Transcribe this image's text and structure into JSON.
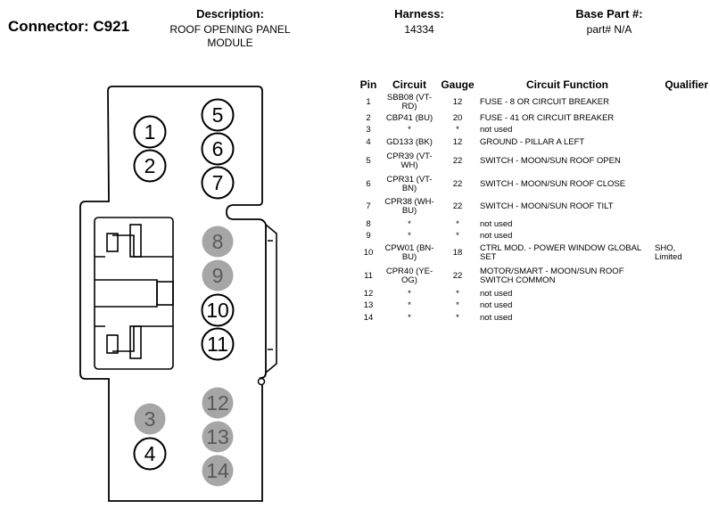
{
  "header": {
    "connector": "Connector: C921",
    "description_label": "Description:",
    "description_lines": [
      "ROOF OPENING PANEL",
      "MODULE"
    ],
    "harness_label": "Harness:",
    "harness": "14334",
    "base_part_label": "Base Part #:",
    "base_part": "part# N/A"
  },
  "colors": {
    "active_pin": "#000000",
    "unused_pin_fill": "#a6a6a6",
    "unused_pin_text": "#595959"
  },
  "connector_pins": [
    {
      "n": "1",
      "used": true
    },
    {
      "n": "2",
      "used": true
    },
    {
      "n": "3",
      "used": false
    },
    {
      "n": "4",
      "used": true
    },
    {
      "n": "5",
      "used": true
    },
    {
      "n": "6",
      "used": true
    },
    {
      "n": "7",
      "used": true
    },
    {
      "n": "8",
      "used": false
    },
    {
      "n": "9",
      "used": false
    },
    {
      "n": "10",
      "used": true
    },
    {
      "n": "11",
      "used": true
    },
    {
      "n": "12",
      "used": false
    },
    {
      "n": "13",
      "used": false
    },
    {
      "n": "14",
      "used": false
    }
  ],
  "table": {
    "headers": {
      "pin": "Pin",
      "circuit": "Circuit",
      "gauge": "Gauge",
      "function": "Circuit Function",
      "qualifier": "Qualifier"
    },
    "rows": [
      {
        "pin": "1",
        "circuit": [
          "SBB08 (VT-",
          "RD)"
        ],
        "gauge": "12",
        "function": [
          "FUSE - 8 OR CIRCUIT BREAKER"
        ],
        "qualifier": []
      },
      {
        "pin": "2",
        "circuit": [
          "CBP41 (BU)"
        ],
        "gauge": "20",
        "function": [
          "FUSE - 41 OR CIRCUIT BREAKER"
        ],
        "qualifier": []
      },
      {
        "pin": "3",
        "circuit": [
          "*"
        ],
        "gauge": "*",
        "function": [
          "not used"
        ],
        "qualifier": []
      },
      {
        "pin": "4",
        "circuit": [
          "GD133 (BK)"
        ],
        "gauge": "12",
        "function": [
          "GROUND - PILLAR A LEFT"
        ],
        "qualifier": []
      },
      {
        "pin": "5",
        "circuit": [
          "CPR39 (VT-",
          "WH)"
        ],
        "gauge": "22",
        "function": [
          "SWITCH - MOON/SUN ROOF OPEN"
        ],
        "qualifier": []
      },
      {
        "pin": "6",
        "circuit": [
          "CPR31 (VT-",
          "BN)"
        ],
        "gauge": "22",
        "function": [
          "SWITCH - MOON/SUN ROOF CLOSE"
        ],
        "qualifier": []
      },
      {
        "pin": "7",
        "circuit": [
          "CPR38 (WH-",
          "BU)"
        ],
        "gauge": "22",
        "function": [
          "SWITCH - MOON/SUN ROOF TILT"
        ],
        "qualifier": []
      },
      {
        "pin": "8",
        "circuit": [
          "*"
        ],
        "gauge": "*",
        "function": [
          "not used"
        ],
        "qualifier": []
      },
      {
        "pin": "9",
        "circuit": [
          "*"
        ],
        "gauge": "*",
        "function": [
          "not used"
        ],
        "qualifier": []
      },
      {
        "pin": "10",
        "circuit": [
          "CPW01 (BN-",
          "BU)"
        ],
        "gauge": "18",
        "function": [
          "CTRL MOD. - POWER WINDOW GLOBAL",
          "SET"
        ],
        "qualifier": [
          "SHO,",
          "Limited"
        ]
      },
      {
        "pin": "11",
        "circuit": [
          "CPR40 (YE-",
          "OG)"
        ],
        "gauge": "22",
        "function": [
          "MOTOR/SMART - MOON/SUN ROOF",
          "SWITCH COMMON"
        ],
        "qualifier": []
      },
      {
        "pin": "12",
        "circuit": [
          "*"
        ],
        "gauge": "*",
        "function": [
          "not used"
        ],
        "qualifier": []
      },
      {
        "pin": "13",
        "circuit": [
          "*"
        ],
        "gauge": "*",
        "function": [
          "not used"
        ],
        "qualifier": []
      },
      {
        "pin": "14",
        "circuit": [
          "*"
        ],
        "gauge": "*",
        "function": [
          "not used"
        ],
        "qualifier": []
      }
    ]
  }
}
